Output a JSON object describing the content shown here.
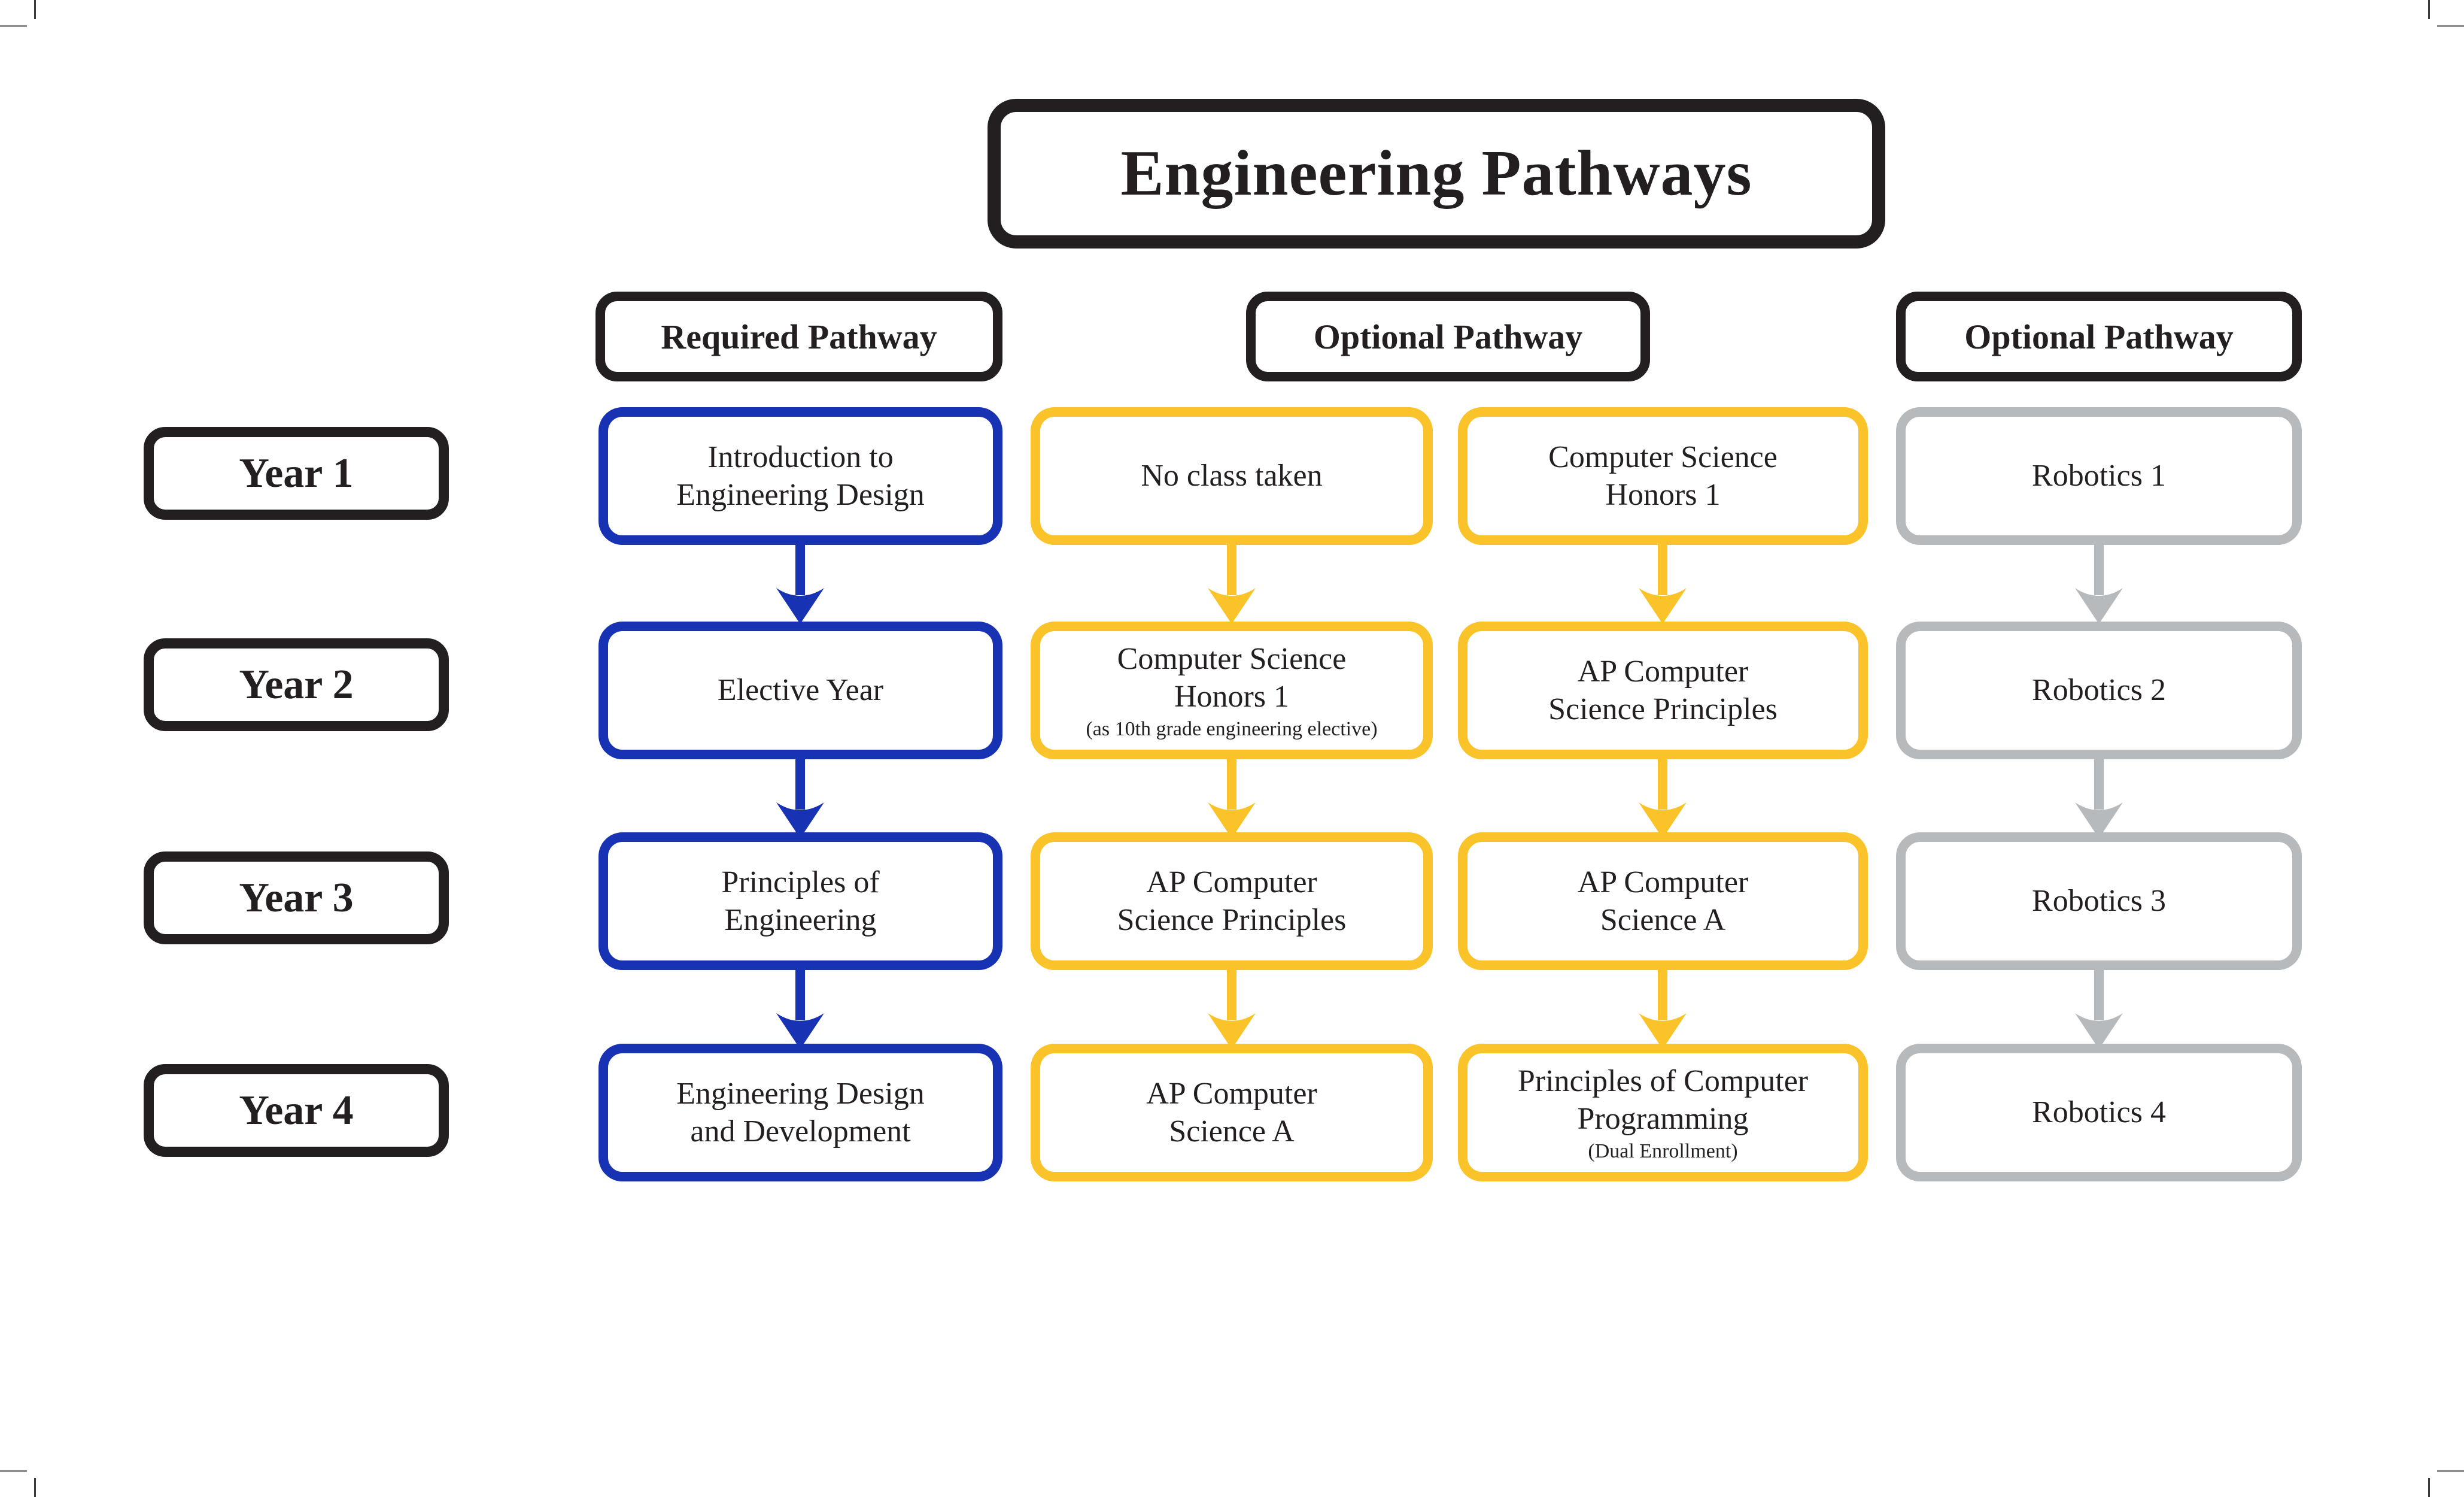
{
  "title": "Engineering Pathways",
  "headers": [
    {
      "label": "Required Pathway"
    },
    {
      "label": "Optional Pathway"
    },
    {
      "label": "Optional Pathway"
    }
  ],
  "years": [
    {
      "label": "Year 1"
    },
    {
      "label": "Year 2"
    },
    {
      "label": "Year 3"
    },
    {
      "label": "Year 4"
    }
  ],
  "colors": {
    "required": "#1733b4",
    "optional_cs": "#fbc32a",
    "optional_robotics": "#b7babc",
    "outline": "#231f20"
  },
  "pathways": {
    "required": {
      "courses": [
        {
          "main": "Introduction to\nEngineering Design"
        },
        {
          "main": "Elective Year"
        },
        {
          "main": "Principles of\nEngineering"
        },
        {
          "main": "Engineering Design\nand Development"
        }
      ]
    },
    "optional_cs_a": {
      "courses": [
        {
          "main": "No class taken"
        },
        {
          "main": "Computer Science\nHonors 1",
          "sub": "(as 10th grade engineering elective)"
        },
        {
          "main": "AP Computer\nScience Principles"
        },
        {
          "main": "AP Computer\nScience A"
        }
      ]
    },
    "optional_cs_b": {
      "courses": [
        {
          "main": "Computer Science\nHonors 1"
        },
        {
          "main": "AP Computer\nScience Principles"
        },
        {
          "main": "AP Computer\nScience A"
        },
        {
          "main": "Principles of Computer\nProgramming",
          "sub": "(Dual Enrollment)"
        }
      ]
    },
    "optional_robotics": {
      "courses": [
        {
          "main": "Robotics 1"
        },
        {
          "main": "Robotics 2"
        },
        {
          "main": "Robotics 3"
        },
        {
          "main": "Robotics 4"
        }
      ]
    }
  }
}
